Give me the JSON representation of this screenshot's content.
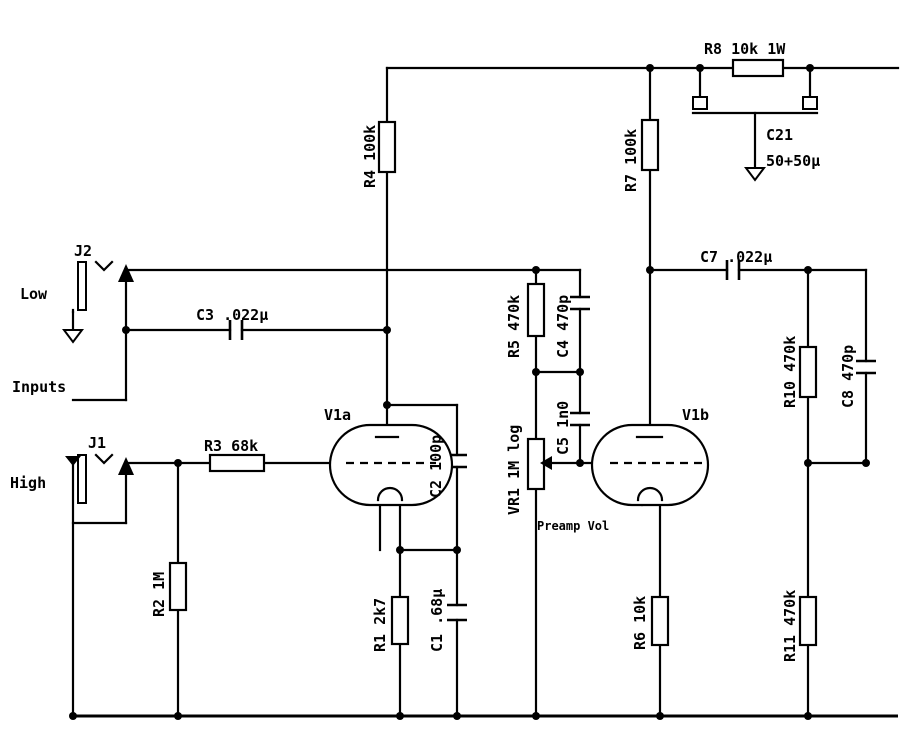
{
  "labels": {
    "r8": "R8  10k  1W",
    "c21": "C21",
    "c21_value": "50+50µ",
    "r4": "R4  100k",
    "r7": "R7  100k",
    "j2": "J2",
    "low": "Low",
    "c3": "C3  .022µ",
    "inputs": "Inputs",
    "j1": "J1",
    "high": "High",
    "r3": "R3  68k",
    "r2": "R2  1M",
    "v1a": "V1a",
    "c2": "C2  100p",
    "r1": "R1  2k7",
    "c1": "C1  .68µ",
    "r5": "R5  470k",
    "c4": "C4  470p",
    "c5": "C5  1n0",
    "vr1": "VR1  1M  log",
    "preamp": "Preamp Vol",
    "v1b": "V1b",
    "r6": "R6  10k",
    "c7": "C7  .022µ",
    "r10": "R10  470k",
    "c8": "C8  470p",
    "r11": "R11  470k"
  }
}
